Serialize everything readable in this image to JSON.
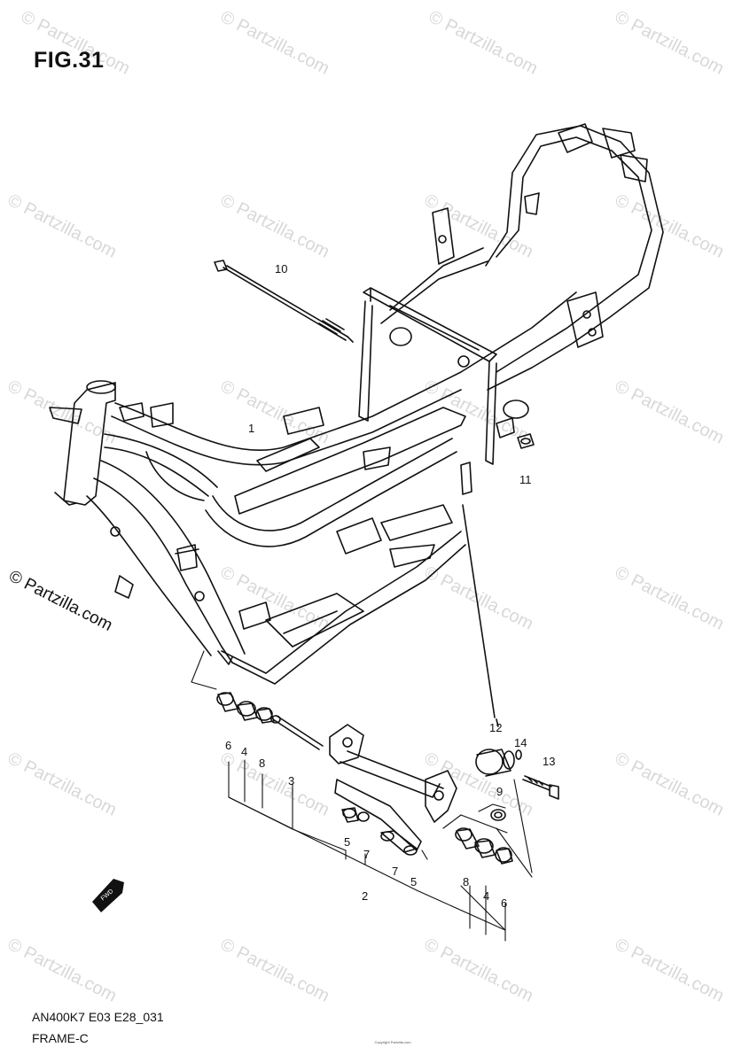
{
  "figure": {
    "title": "FIG.31",
    "model_code": "AN400K7 E03 E28_031",
    "name": "FRAME-C",
    "copyright_small": "Copyright Partzilla.com"
  },
  "branding": {
    "watermark_text": "© Partzilla.com",
    "corner_brand": "© Partzilla.com"
  },
  "fwd_badge": "FWD",
  "callouts": {
    "c1": "1",
    "c2": "2",
    "c3": "3",
    "c4a": "4",
    "c4b": "4",
    "c5a": "5",
    "c5b": "5",
    "c6a": "6",
    "c6b": "6",
    "c7a": "7",
    "c7b": "7",
    "c8a": "8",
    "c8b": "8",
    "c9": "9",
    "c10": "10",
    "c11": "11",
    "c12": "12",
    "c13": "13",
    "c14": "14"
  },
  "colors": {
    "ink": "#111111",
    "watermark": "#d8d8d8",
    "background": "#ffffff"
  }
}
